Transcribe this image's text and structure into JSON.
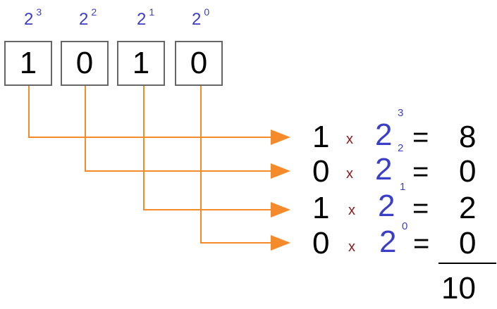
{
  "colors": {
    "power_text": "#3b3fc8",
    "multiply_sign": "#8b1a1a",
    "arrow": "#f58a2a",
    "box_border": "#666666",
    "text": "#000000"
  },
  "place_values": [
    {
      "base": "2",
      "exp": "3"
    },
    {
      "base": "2",
      "exp": "2"
    },
    {
      "base": "2",
      "exp": "1"
    },
    {
      "base": "2",
      "exp": "0"
    }
  ],
  "binary_digits": [
    "1",
    "0",
    "1",
    "0"
  ],
  "rows": [
    {
      "digit": "1",
      "times": "x",
      "base": "2",
      "exp": "3",
      "eq": "=",
      "result": "8"
    },
    {
      "digit": "0",
      "times": "x",
      "base": "2",
      "exp": "2",
      "eq": "=",
      "result": "0"
    },
    {
      "digit": "1",
      "times": "x",
      "base": "2",
      "exp": "1",
      "eq": "=",
      "result": "2"
    },
    {
      "digit": "0",
      "times": "x",
      "base": "2",
      "exp": "0",
      "eq": "=",
      "result": "0"
    }
  ],
  "total": "10"
}
